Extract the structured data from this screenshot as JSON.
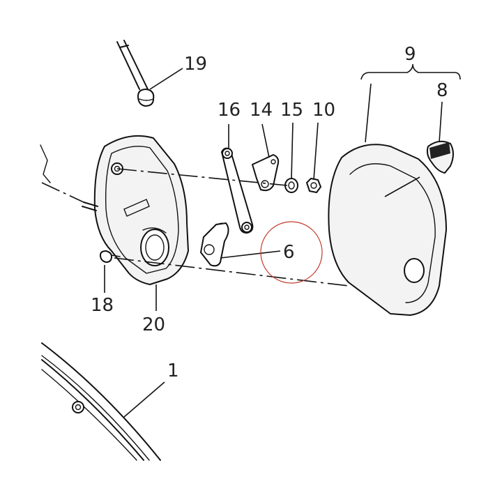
{
  "diagram": {
    "callouts": [
      {
        "id": "c19",
        "text": "19"
      },
      {
        "id": "c16",
        "text": "16"
      },
      {
        "id": "c14",
        "text": "14"
      },
      {
        "id": "c15",
        "text": "15"
      },
      {
        "id": "c10",
        "text": "10"
      },
      {
        "id": "c9",
        "text": "9"
      },
      {
        "id": "c8",
        "text": "8"
      },
      {
        "id": "c6",
        "text": "6"
      },
      {
        "id": "c18",
        "text": "18"
      },
      {
        "id": "c20",
        "text": "20"
      },
      {
        "id": "c1",
        "text": "1"
      }
    ],
    "highlight_color": "#c0392b",
    "line_color": "#111111"
  }
}
